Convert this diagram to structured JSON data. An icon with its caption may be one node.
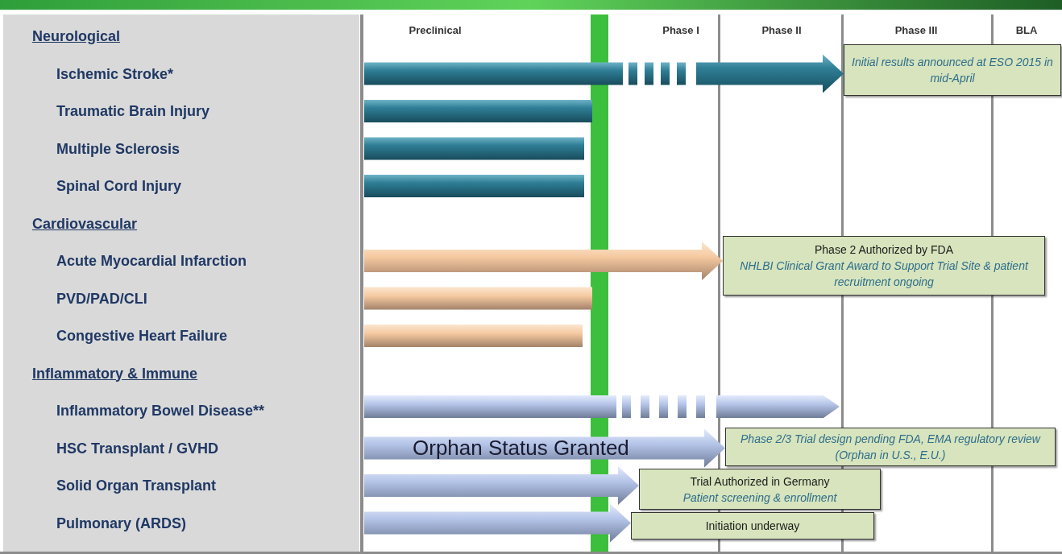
{
  "diagram": {
    "nodes": [
      {
        "text": [
          "Initial results announced at ESO 2015 in mid-April"
        ]
      },
      {
        "text": [
          "Phase 2 Authorized  by FDA",
          "NHLBI Clinical Grant Award to Support Trial Site & patient recruitment ongoing"
        ]
      },
      {
        "text": [
          "Phase 2/3 Trial design pending FDA, EMA regulatory review (Orphan in U.S., E.U.)"
        ]
      },
      {
        "text": [
          "Trial Authorized in Germany",
          "Patient screening & enrollment"
        ]
      },
      {
        "text": [
          "Initiation underway"
        ]
      }
    ],
    "edges": [
      {
        "from": null,
        "to": 0,
        "arrow": "to"
      },
      {
        "from": null,
        "to": 1,
        "arrow": "to"
      },
      {
        "from": null,
        "to": 2,
        "arrow": "to"
      },
      {
        "from": null,
        "to": 3,
        "arrow": "to"
      },
      {
        "from": null,
        "to": 4,
        "arrow": "to"
      }
    ],
    "labels": [
      "Preclinical",
      "Phase I",
      "Phase II",
      "Phase III",
      "BLA",
      "Neurological",
      "Ischemic Stroke*",
      "Traumatic Brain Injury",
      "Multiple Sclerosis",
      "Spinal Cord Injury",
      "Cardiovascular",
      "Acute Myocardial Infarction",
      "PVD/PAD/CLI",
      "Congestive Heart Failure",
      "Inflammatory & Immune",
      "Inflammatory Bowel Disease**",
      "HSC Transplant / GVHD",
      "Solid Organ Transplant",
      "Pulmonary (ARDS)",
      "Orphan Status Granted"
    ]
  }
}
